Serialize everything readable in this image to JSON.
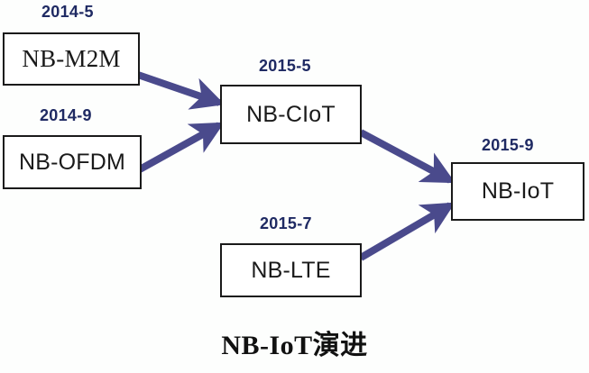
{
  "diagram": {
    "title": "NB-IoT演进",
    "background_color": "#fdfefd",
    "arrow_color": "#4a4a8c",
    "date_label_color": "#1f2a63",
    "node_border_color": "#1a1a1a",
    "nodes": [
      {
        "id": "nb-m2m",
        "label": "NB-M2M",
        "date": "2014-5"
      },
      {
        "id": "nb-ofdm",
        "label": "NB-OFDM",
        "date": "2014-9"
      },
      {
        "id": "nb-ciot",
        "label": "NB-CIoT",
        "date": "2015-5"
      },
      {
        "id": "nb-lte",
        "label": "NB-LTE",
        "date": "2015-7"
      },
      {
        "id": "nb-iot",
        "label": "NB-IoT",
        "date": "2015-9"
      }
    ],
    "edges": [
      {
        "from": "nb-m2m",
        "to": "nb-ciot"
      },
      {
        "from": "nb-ofdm",
        "to": "nb-ciot"
      },
      {
        "from": "nb-ciot",
        "to": "nb-iot"
      },
      {
        "from": "nb-lte",
        "to": "nb-iot"
      }
    ]
  }
}
